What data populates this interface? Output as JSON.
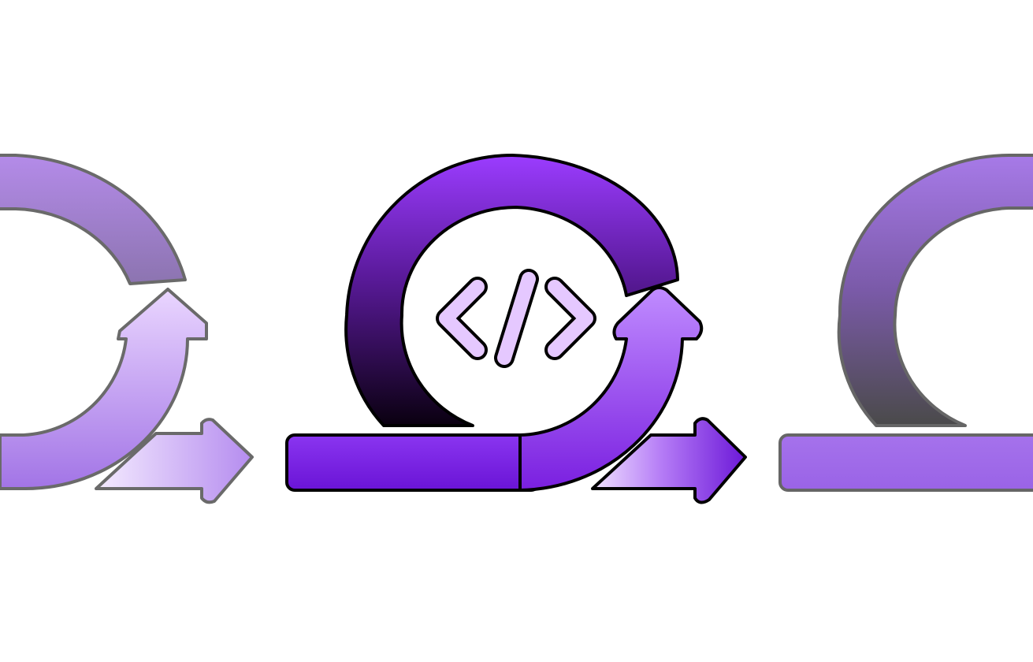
{
  "scene": {
    "background": "#ffffff",
    "symbol": "</>",
    "logo_icons": [
      {
        "name": "sprint-cycle-icon-left",
        "style": "faded"
      },
      {
        "name": "sprint-cycle-icon-center",
        "style": "main"
      },
      {
        "name": "sprint-cycle-icon-right",
        "style": "faded"
      }
    ]
  },
  "colors": {
    "main_top": "#9b3cff",
    "main_bottom": "#0a0010",
    "main_base": "#7a1fe0",
    "accent_light": "#e5c8ff",
    "outline": "#000000",
    "faded_light": "#b890f0",
    "faded_dark": "#4a4a4a",
    "faded_outline": "#666666"
  }
}
